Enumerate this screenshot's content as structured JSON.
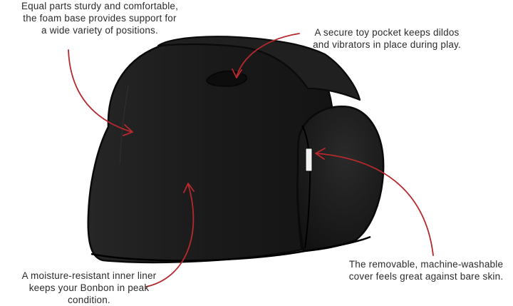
{
  "callouts": {
    "foam_base": [
      "Equal parts sturdy and comfortable,",
      "the foam base provides support for",
      "a wide variety of positions."
    ],
    "toy_pocket": [
      "A secure toy pocket keeps dildos",
      "and vibrators in place during play."
    ],
    "inner_liner": [
      "A moisture-resistant inner liner",
      "keeps your Bonbon in peak",
      "condition."
    ],
    "cover": [
      "The removable, machine-washable",
      "cover feels great against bare skin."
    ]
  },
  "colors": {
    "product": "#1b1b1b",
    "outline": "#0a0a0a",
    "arrow": "#b5292e",
    "text": "#2b2b2b",
    "tag": "#f2f2f2"
  },
  "icons": [
    "arrow-icon"
  ]
}
